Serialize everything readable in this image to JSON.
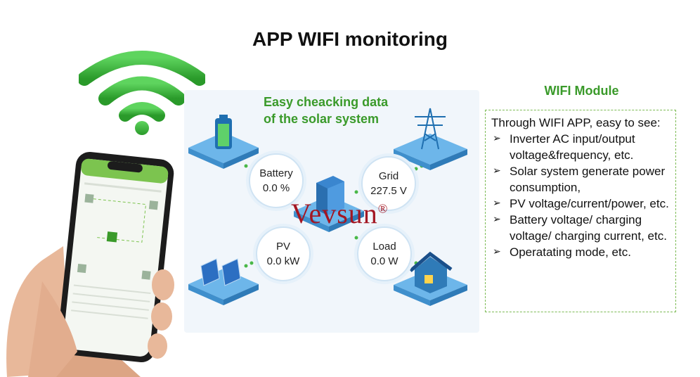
{
  "title": "APP WIFI monitoring",
  "diagram": {
    "subtitle_line1": "Easy cheacking data",
    "subtitle_line2": "of the solar system",
    "brand": "Vevsun",
    "brand_mark": "®",
    "battery": {
      "label": "Battery",
      "value": "0.0 %"
    },
    "grid": {
      "label": "Grid",
      "value": "227.5 V"
    },
    "pv": {
      "label": "PV",
      "value": "0.0 kW"
    },
    "load": {
      "label": "Load",
      "value": "0.0 W"
    }
  },
  "module": {
    "title": "WIFI Module",
    "intro": "Through WIFI APP, easy to see:",
    "items": [
      "Inverter AC input/output voltage&frequency, etc.",
      "Solar system generate power consumption,",
      "PV voltage/current/power, etc.",
      "Battery voltage/ charging voltage/ charging current, etc.",
      "Operatating mode, etc."
    ]
  },
  "icons": {
    "wifi": "wifi-signal-icon",
    "phone": "smartphone-in-hand",
    "battery": "battery-icon",
    "pylon": "power-pylon-icon",
    "inverter": "inverter-icon",
    "solar": "solar-panel-icon",
    "house": "house-icon"
  },
  "colors": {
    "accent_green": "#3a9a2a",
    "wifi_green": "#3cb83c",
    "brand_red": "#a31622",
    "tile_blue": "#4aa3e0"
  }
}
